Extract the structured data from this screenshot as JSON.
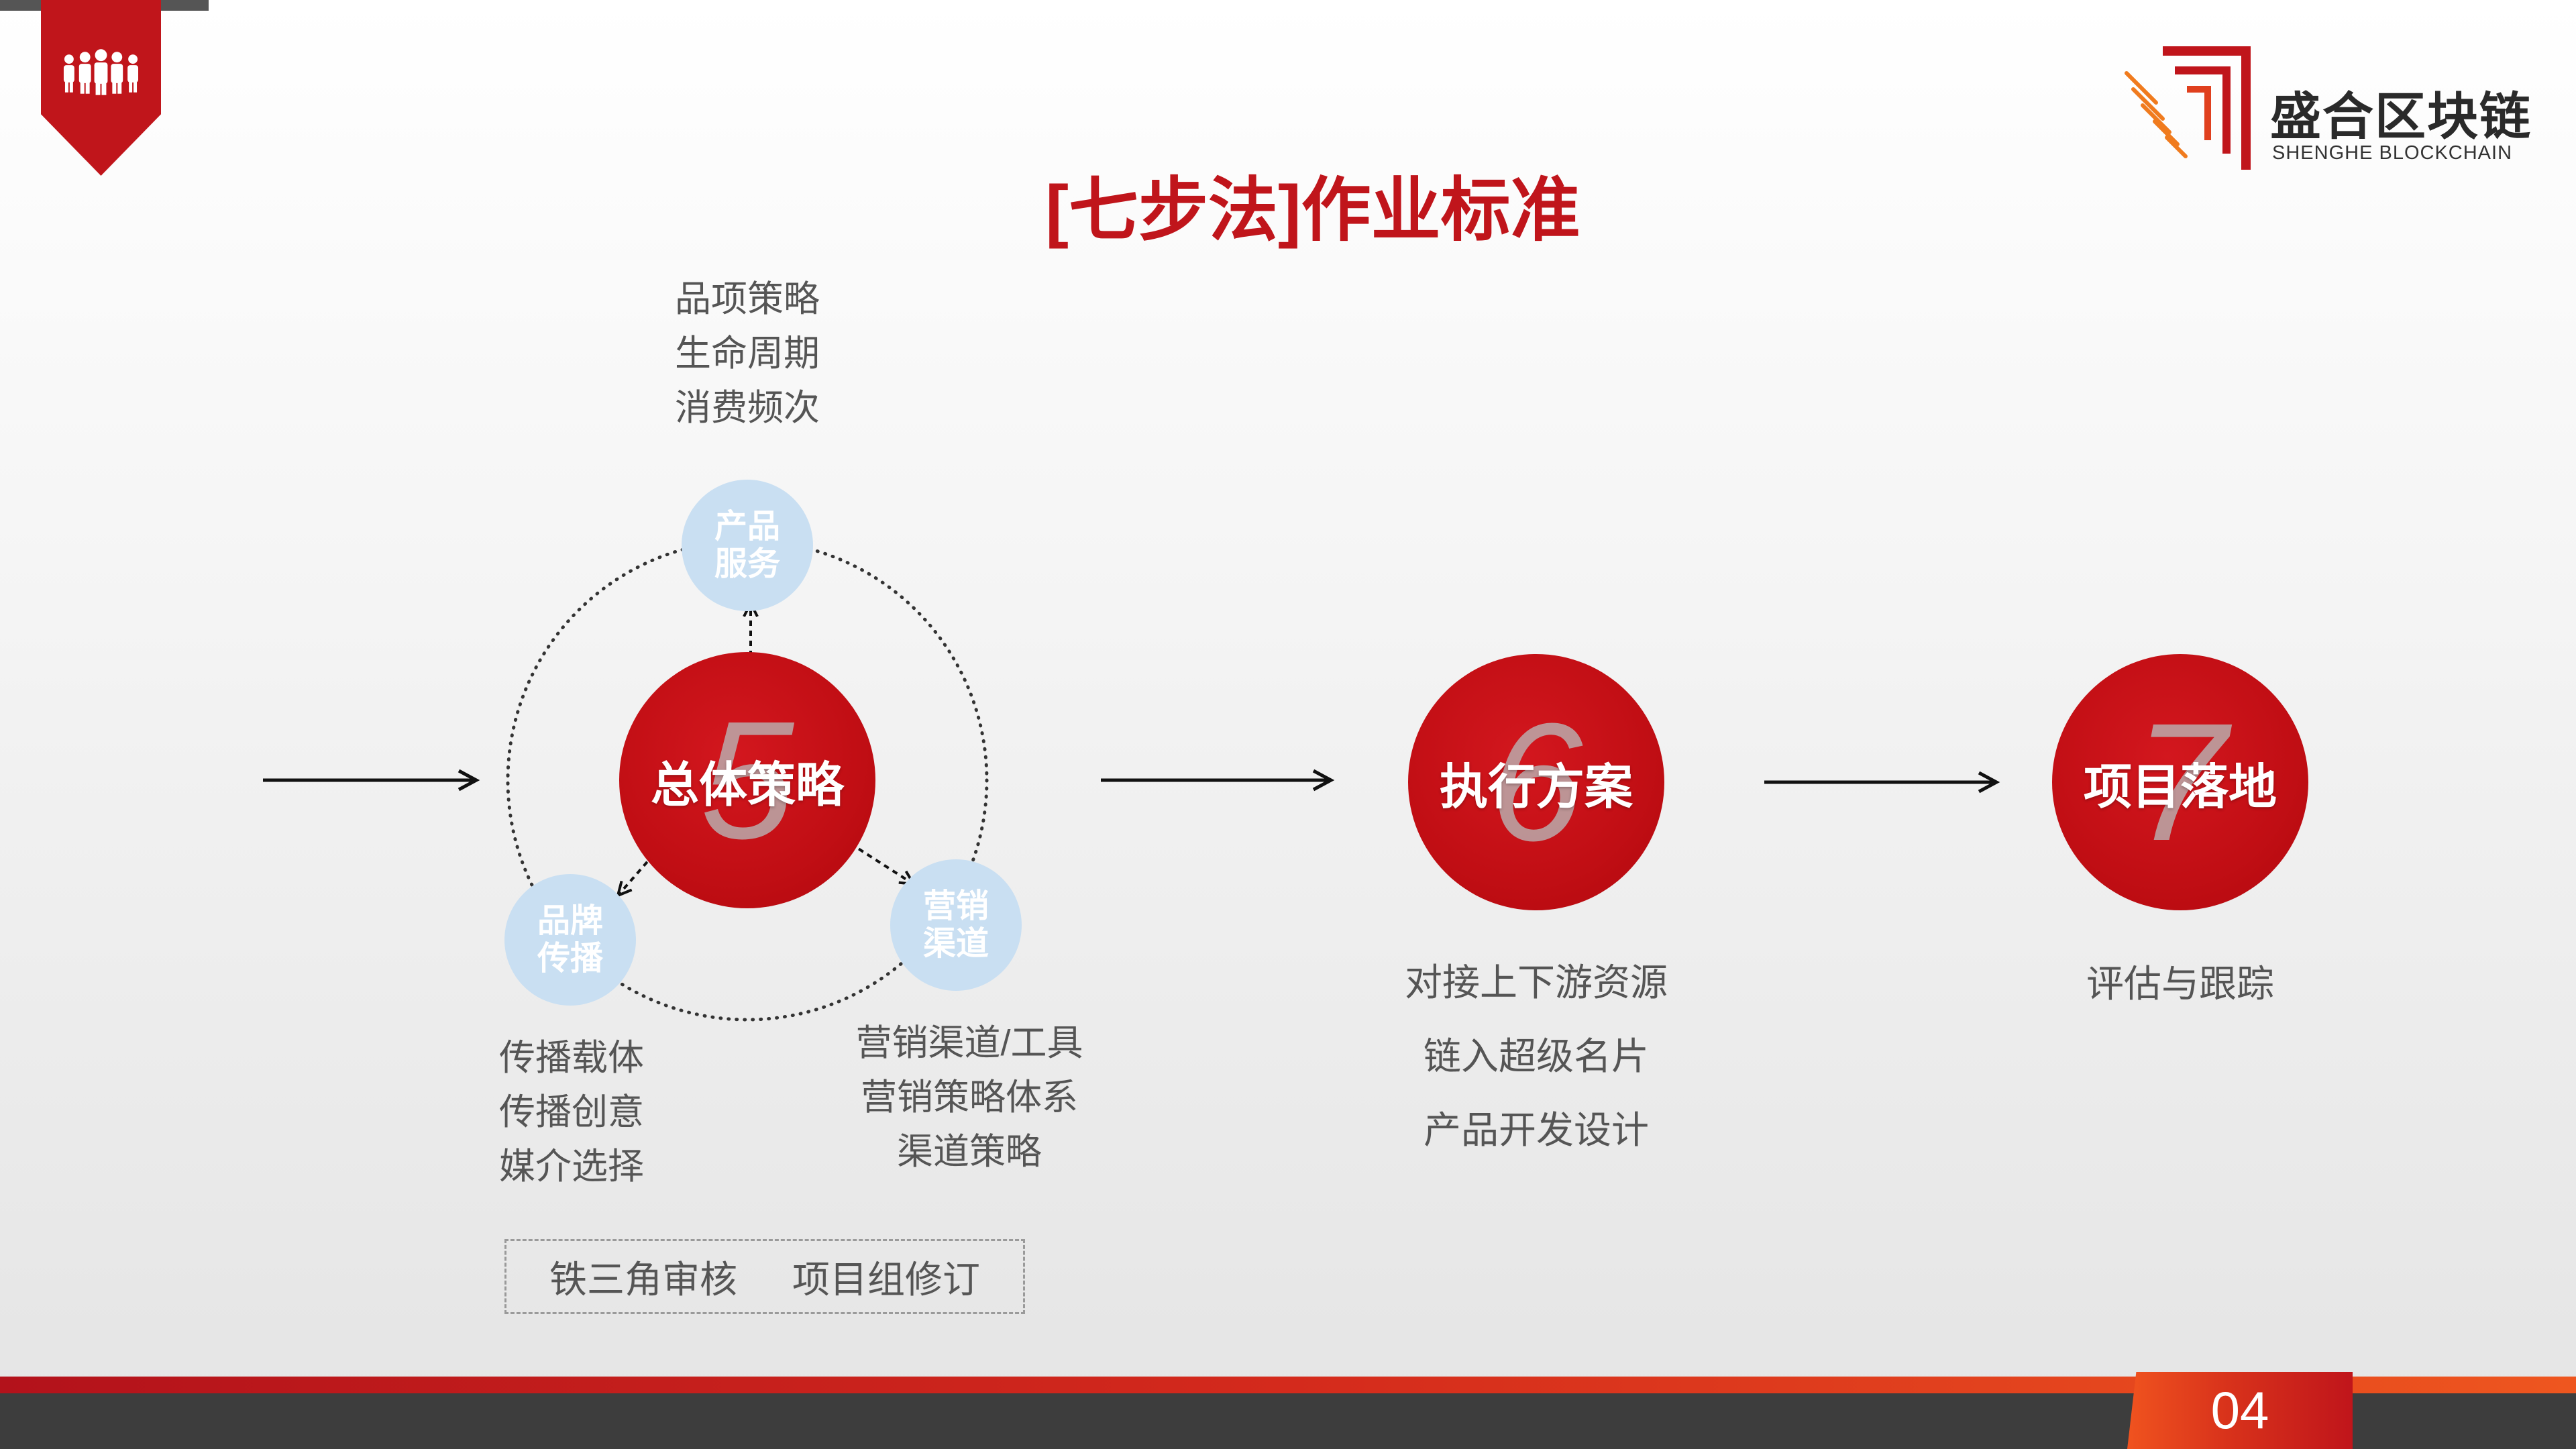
{
  "title": "[七步法]作业标准",
  "brand": {
    "name": "盛合区块链",
    "subtitle": "SHENGHE BLOCKCHAIN",
    "logo_icon": "shenghe-logo-icon"
  },
  "badge": {
    "icon": "people-group-icon"
  },
  "colors": {
    "accent": "#c0151b",
    "satellite": "#c9dff2",
    "text": "#555555",
    "footer": "#3d3d3d"
  },
  "step5": {
    "number": "5",
    "label": "总体策略",
    "product": {
      "lines": [
        "产品",
        "服务"
      ],
      "notes": [
        "品项策略",
        "生命周期",
        "消费频次"
      ]
    },
    "brand_spread": {
      "lines": [
        "品牌",
        "传播"
      ],
      "notes": [
        "传播载体",
        "传播创意",
        "媒介选择"
      ]
    },
    "channel": {
      "lines": [
        "营销",
        "渠道"
      ],
      "notes": [
        "营销渠道/工具",
        "营销策略体系",
        "渠道策略"
      ]
    },
    "review": [
      "铁三角审核",
      "项目组修订"
    ]
  },
  "step6": {
    "number": "6",
    "label": "执行方案",
    "notes": [
      "对接上下游资源",
      "链入超级名片",
      "产品开发设计"
    ]
  },
  "step7": {
    "number": "7",
    "label": "项目落地",
    "notes": [
      "评估与跟踪"
    ]
  },
  "footer": {
    "page_number": "04"
  }
}
